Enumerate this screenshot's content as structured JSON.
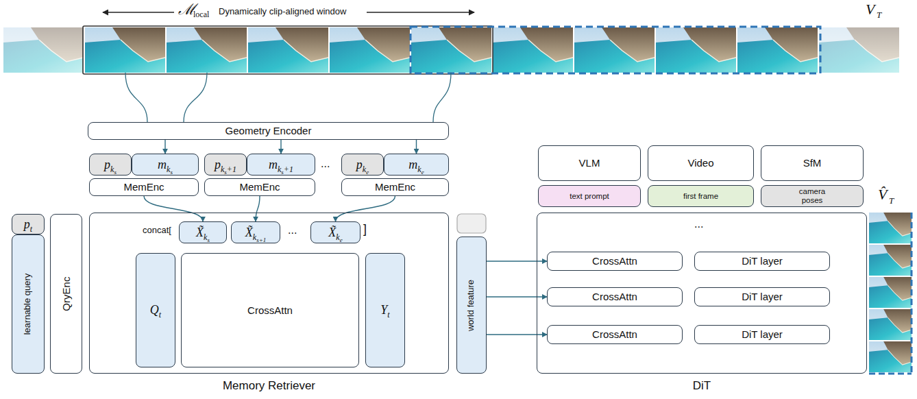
{
  "diagram": {
    "nodes": [
      {
        "text": [
          "Geometry Encoder"
        ]
      },
      {
        "text": [
          "p",
          "k",
          "s"
        ]
      },
      {
        "text": [
          "m",
          "k",
          "s"
        ]
      },
      {
        "text": [
          "p",
          "k",
          "s",
          "+1"
        ]
      },
      {
        "text": [
          "m",
          "k",
          "s",
          "+1"
        ]
      },
      {
        "text": [
          "p",
          "k",
          "e"
        ]
      },
      {
        "text": [
          "m",
          "k",
          "e"
        ]
      },
      {
        "text": [
          "MemEnc"
        ]
      },
      {
        "text": [
          "MemEnc"
        ]
      },
      {
        "text": [
          "MemEnc"
        ]
      },
      {
        "text": [
          "p",
          "t"
        ]
      },
      {
        "text": [
          "learnable query"
        ]
      },
      {
        "text": [
          "QryEnc"
        ]
      },
      {
        "text": [
          "Memory Retriever"
        ]
      },
      {
        "text": [
          "X̃",
          "k",
          "s"
        ],
        "in": 13
      },
      {
        "text": [
          "X̃",
          "k",
          "s+1"
        ],
        "in": 13
      },
      {
        "text": [
          "X̃",
          "k",
          "e"
        ],
        "in": 13
      },
      {
        "text": [
          "Q",
          "t"
        ],
        "in": 13
      },
      {
        "text": [
          "CrossAttn"
        ],
        "in": 13
      },
      {
        "text": [
          "Y",
          "t"
        ],
        "in": 13
      },
      {
        "text": [
          "world feature"
        ]
      },
      {
        "text": [
          "VLM"
        ]
      },
      {
        "text": [
          "Video"
        ]
      },
      {
        "text": [
          "SfM"
        ]
      },
      {
        "text": [
          "text prompt"
        ]
      },
      {
        "text": [
          "first frame"
        ]
      },
      {
        "text": [
          "camera poses"
        ]
      },
      {
        "text": [
          "DiT"
        ]
      },
      {
        "text": [
          "CrossAttn"
        ],
        "in": 27
      },
      {
        "text": [
          "DiT layer"
        ],
        "in": 27
      },
      {
        "text": [
          "CrossAttn"
        ],
        "in": 27
      },
      {
        "text": [
          "DiT layer"
        ],
        "in": 27
      },
      {
        "text": [
          "CrossAttn"
        ],
        "in": 27
      },
      {
        "text": [
          "DiT layer"
        ],
        "in": 27
      }
    ],
    "edges": [
      {
        "from": 0,
        "to": 2,
        "arrow": "to"
      },
      {
        "from": 0,
        "to": 4,
        "arrow": "to"
      },
      {
        "from": 0,
        "to": 6,
        "arrow": "to"
      },
      {
        "from": 7,
        "to": 14,
        "arrow": "to"
      },
      {
        "from": 8,
        "to": 15,
        "arrow": "to"
      },
      {
        "from": 9,
        "to": 16,
        "arrow": "to"
      },
      {
        "from": 20,
        "to": 28,
        "arrow": "to"
      },
      {
        "from": 20,
        "to": 30,
        "arrow": "to"
      },
      {
        "from": 20,
        "to": 32,
        "arrow": "to"
      }
    ],
    "labels": [
      "ℳ",
      "local",
      "Dynamically clip-aligned window",
      "V",
      "T",
      "...",
      "concat[",
      "...",
      "]",
      "...",
      "V̂",
      "T"
    ]
  }
}
